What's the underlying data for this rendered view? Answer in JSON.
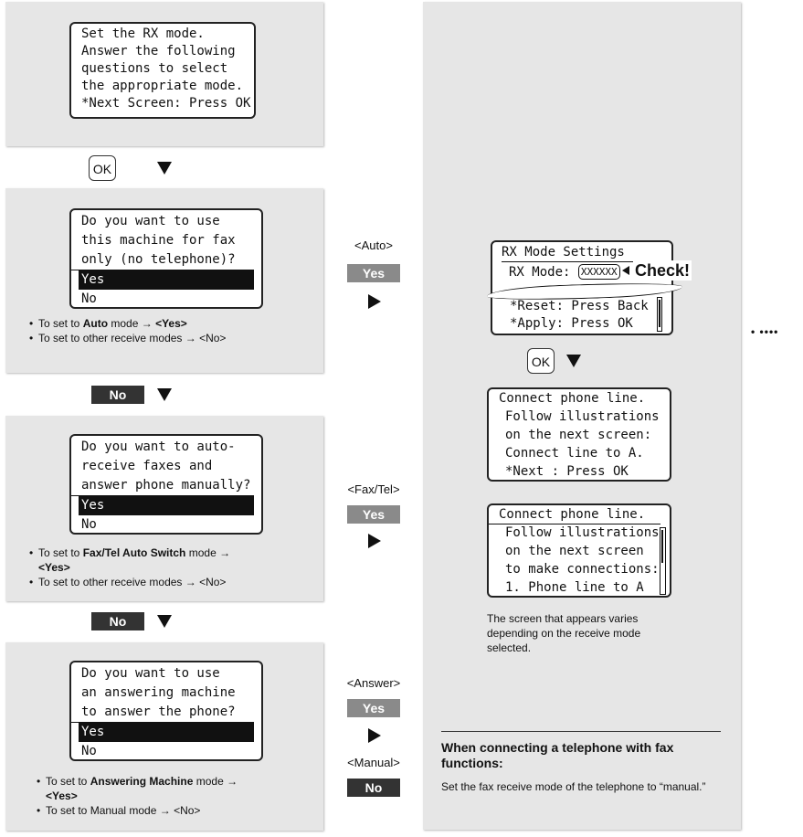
{
  "step1": {
    "lcd_lines": [
      "Set the RX mode.",
      "Answer the following",
      "questions to select",
      "the appropriate mode.",
      "*Next Screen: Press OK"
    ]
  },
  "ok_label": "OK",
  "q1": {
    "lines": [
      "Do you want to use",
      "this machine for fax",
      "only (no telephone)?"
    ],
    "yes": "Yes",
    "no": "No",
    "bullet1_prefix": "To set to ",
    "bullet1_bold": "Auto",
    "bullet1_mid": " mode → ",
    "bullet1_answer": "<Yes>",
    "bullet2": "To set to other receive modes → <No>"
  },
  "q2": {
    "lines": [
      "Do you want to auto-",
      "receive faxes and",
      "answer phone manually?"
    ],
    "yes": "Yes",
    "no": "No",
    "bullet1_prefix": "To set to ",
    "bullet1_bold": "Fax/Tel Auto Switch",
    "bullet1_mid": " mode →",
    "bullet1_answer": "<Yes>",
    "bullet2": "To set to other receive modes → <No>"
  },
  "q3": {
    "lines": [
      "Do you want to use",
      "an answering machine",
      "to answer the phone?"
    ],
    "yes": "Yes",
    "no": "No",
    "bullet1_prefix": "To set to ",
    "bullet1_bold": "Answering Machine",
    "bullet1_mid": " mode →",
    "bullet1_answer": "<Yes>",
    "bullet2": "To set to Manual mode → <No>"
  },
  "no_tag": "No",
  "yes_tag": "Yes",
  "branches": {
    "auto": "<Auto>",
    "faxtel": "<Fax/Tel>",
    "answer": "<Answer>",
    "manual": "<Manual>"
  },
  "rx_screen": {
    "title": "RX Mode Settings",
    "mode_label": "RX Mode:",
    "mode_value": "XXXXXX",
    "check": "Check!",
    "reset": "*Reset: Press Back",
    "apply": "*Apply: Press OK"
  },
  "connect1": {
    "lines": [
      "Connect phone line.",
      "Follow illustrations",
      "on the next screen:",
      "Connect line to A.",
      "*Next : Press OK"
    ]
  },
  "connect2": {
    "lines": [
      "Connect phone line.",
      "Follow illustrations",
      "on the next screen",
      "to make connections:",
      "1. Phone line to A"
    ]
  },
  "screen_varies": "The screen that appears varies depending on the receive mode selected.",
  "telephone_note": {
    "heading": "When connecting a telephone with fax functions:",
    "body": "Set the fax receive mode of the telephone to “manual.”"
  },
  "continuation": "• ••••"
}
